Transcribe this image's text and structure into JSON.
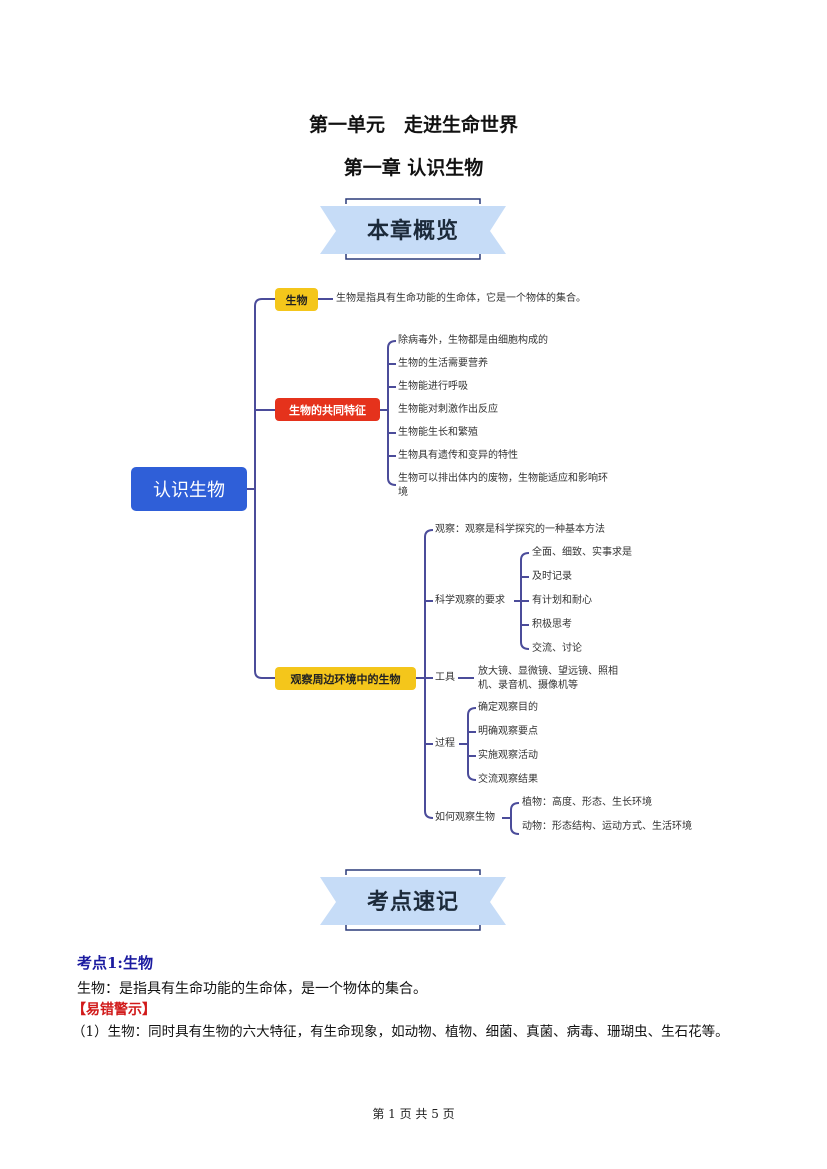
{
  "header": {
    "unit_title": "第一单元　走进生命世界",
    "chapter_title": "第一章 认识生物"
  },
  "banners": {
    "overview": "本章概览",
    "keypoints": "考点速记"
  },
  "mindmap": {
    "root": "认识生物",
    "branch1": {
      "label": "生物",
      "desc": "生物是指具有生命功能的生命体，它是一个物体的集合。"
    },
    "branch2": {
      "label": "生物的共同特征",
      "items": [
        "除病毒外，生物都是由细胞构成的",
        "生物的生活需要营养",
        "生物能进行呼吸",
        "生物能对刺激作出反应",
        "生物能生长和繁殖",
        "生物具有遗传和变异的特性",
        "生物可以排出体内的废物，生物能适应和影响环境"
      ]
    },
    "branch3": {
      "label": "观察周边环境中的生物",
      "observe": "观察：观察是科学探究的一种基本方法",
      "requirements": {
        "label": "科学观察的要求",
        "items": [
          "全面、细致、实事求是",
          "及时记录",
          "有计划和耐心",
          "积极思考",
          "交流、讨论"
        ]
      },
      "tools": {
        "label": "工具",
        "desc": "放大镜、显微镜、望远镜、照相机、录音机、摄像机等"
      },
      "process": {
        "label": "过程",
        "items": [
          "确定观察目的",
          "明确观察要点",
          "实施观察活动",
          "交流观察结果"
        ]
      },
      "how": {
        "label": "如何观察生物",
        "items": [
          "植物：高度、形态、生长环境",
          "动物：形态结构、运动方式、生活环境"
        ]
      }
    }
  },
  "keypoint1": {
    "title": "考点1:生物",
    "definition": "生物：是指具有生命功能的生命体，是一个物体的集合。",
    "warning_label": "【易错警示】",
    "warning_text": "（1）生物：同时具有生物的六大特征，有生命现象，如动物、植物、细菌、真菌、病毒、珊瑚虫、生石花等。"
  },
  "footer": {
    "page_info": "第 1 页 共 5 页"
  },
  "colors": {
    "root": "#2f5fd8",
    "yellow": "#f4c61b",
    "red": "#e5321c",
    "line": "#4b4c9a",
    "banner": "#c6dcf7",
    "kp_title": "#1b1ba0",
    "warning": "#d11a1a"
  }
}
